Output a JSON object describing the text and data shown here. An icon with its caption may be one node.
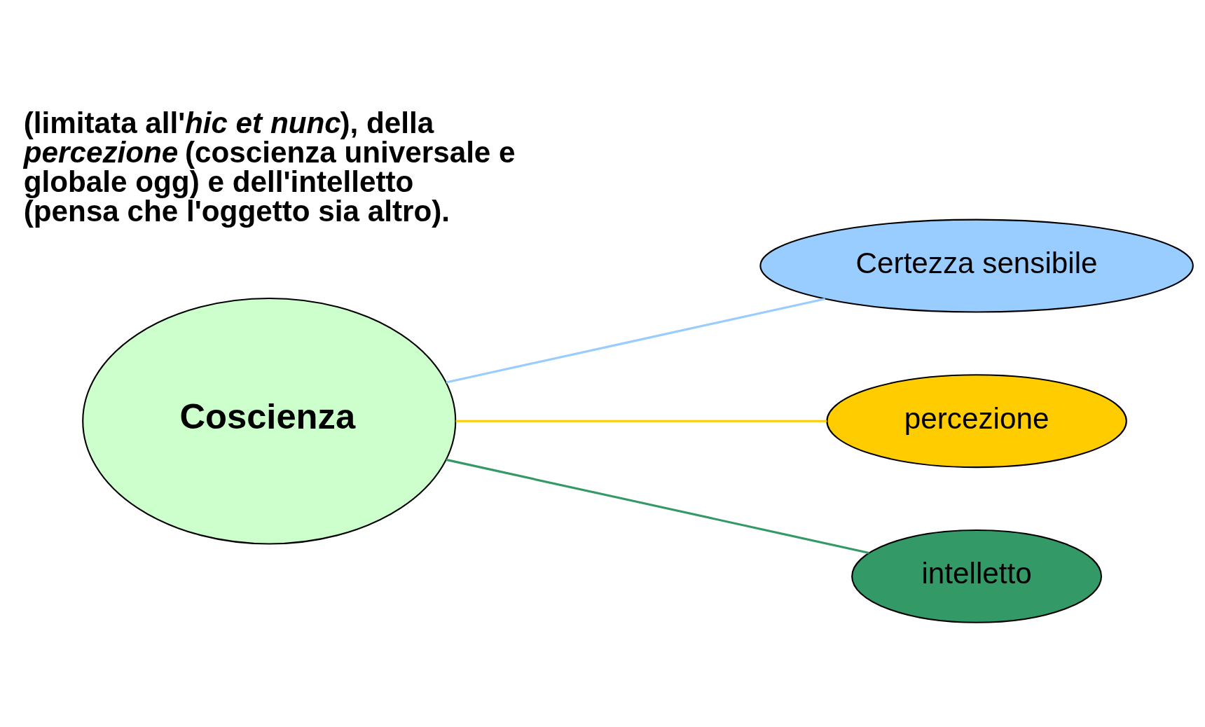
{
  "diagram": {
    "nodes": [
      {
        "text": [
          "Certezza sensibile"
        ]
      },
      {
        "text": [
          "percezione"
        ]
      },
      {
        "text": [
          "Coscienza"
        ]
      },
      {
        "text": [
          "intelletto"
        ]
      }
    ],
    "edges": [
      {
        "from": 2,
        "to": 0,
        "arrow": "none",
        "color": "#99ccff"
      },
      {
        "from": 2,
        "to": 1,
        "arrow": "none",
        "color": "#ffcc00"
      },
      {
        "from": 2,
        "to": 3,
        "arrow": "none",
        "color": "#339966"
      }
    ],
    "labels": [
      "(limitata all'*hic et nunc*), della *percezione* (coscienza universale e globale ogg) e dell'intelletto (pensa che l'oggetto sia altro)."
    ]
  }
}
